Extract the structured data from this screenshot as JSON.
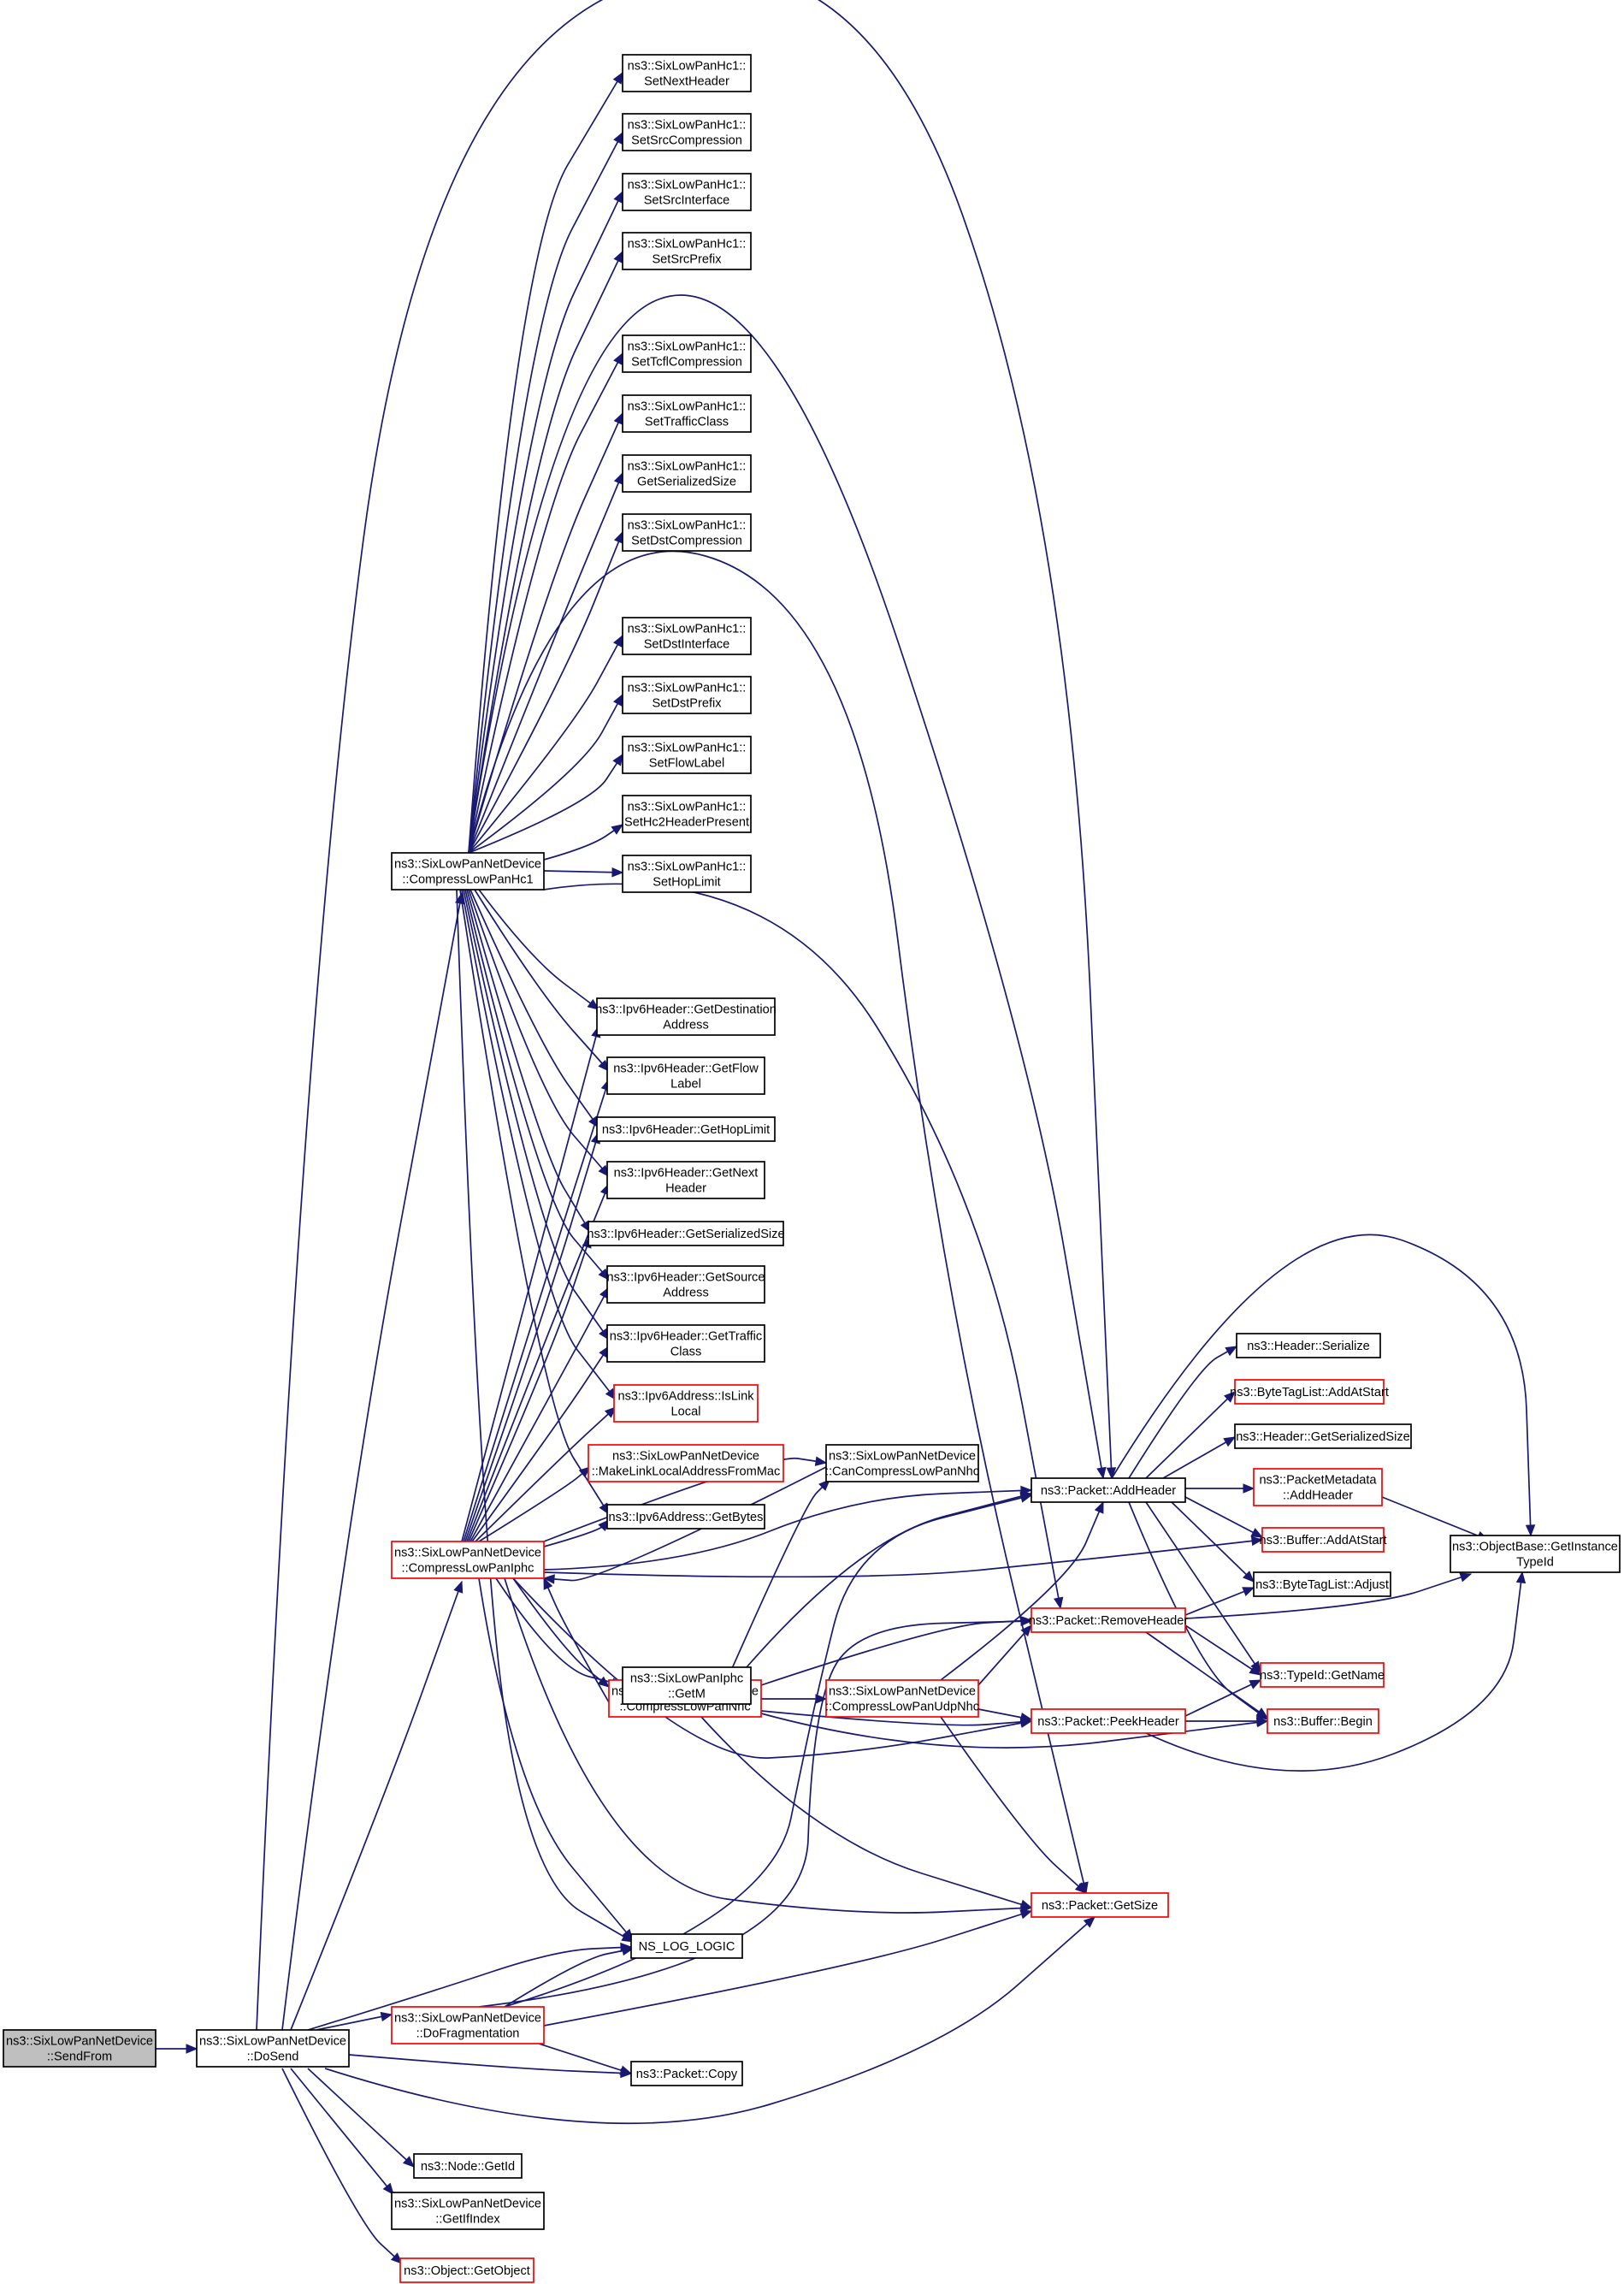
{
  "colors": {
    "edge": "#191970",
    "node_border": "#000000",
    "truncated_border": "#ff0000",
    "root_fill": "#bfbfbf"
  },
  "nodes": [
    {
      "id": "sendfrom",
      "lines": [
        "ns3::SixLowPanNetDevice",
        "::SendFrom"
      ],
      "style": "root"
    },
    {
      "id": "dosend",
      "lines": [
        "ns3::SixLowPanNetDevice",
        "::DoSend"
      ],
      "style": "black"
    },
    {
      "id": "hc1",
      "lines": [
        "ns3::SixLowPanNetDevice",
        "::CompressLowPanHc1"
      ],
      "style": "black"
    },
    {
      "id": "iphc",
      "lines": [
        "ns3::SixLowPanNetDevice",
        "::CompressLowPanIphc"
      ],
      "style": "red"
    },
    {
      "id": "nhc",
      "lines": [
        "ns3::SixLowPanNetDevice",
        "::CompressLowPanNhc"
      ],
      "style": "red"
    },
    {
      "id": "frag",
      "lines": [
        "ns3::SixLowPanNetDevice",
        "::DoFragmentation"
      ],
      "style": "red"
    },
    {
      "id": "getid",
      "lines": [
        "ns3::Node::GetId"
      ],
      "style": "black"
    },
    {
      "id": "getifindex",
      "lines": [
        "ns3::SixLowPanNetDevice",
        "::GetIfIndex"
      ],
      "style": "black"
    },
    {
      "id": "getobject",
      "lines": [
        "ns3::Object::GetObject"
      ],
      "style": "red"
    },
    {
      "id": "setnextheader",
      "lines": [
        "ns3::SixLowPanHc1::",
        "SetNextHeader"
      ],
      "style": "black"
    },
    {
      "id": "setsrccomp",
      "lines": [
        "ns3::SixLowPanHc1::",
        "SetSrcCompression"
      ],
      "style": "black"
    },
    {
      "id": "setsrcif",
      "lines": [
        "ns3::SixLowPanHc1::",
        "SetSrcInterface"
      ],
      "style": "black"
    },
    {
      "id": "setsrcprefix",
      "lines": [
        "ns3::SixLowPanHc1::",
        "SetSrcPrefix"
      ],
      "style": "black"
    },
    {
      "id": "settcflcomp",
      "lines": [
        "ns3::SixLowPanHc1::",
        "SetTcflCompression"
      ],
      "style": "black"
    },
    {
      "id": "settrafficclass",
      "lines": [
        "ns3::SixLowPanHc1::",
        "SetTrafficClass"
      ],
      "style": "black"
    },
    {
      "id": "hc1getser",
      "lines": [
        "ns3::SixLowPanHc1::",
        "GetSerializedSize"
      ],
      "style": "black"
    },
    {
      "id": "setdstcomp",
      "lines": [
        "ns3::SixLowPanHc1::",
        "SetDstCompression"
      ],
      "style": "black"
    },
    {
      "id": "setdstif",
      "lines": [
        "ns3::SixLowPanHc1::",
        "SetDstInterface"
      ],
      "style": "black"
    },
    {
      "id": "setdstprefix",
      "lines": [
        "ns3::SixLowPanHc1::",
        "SetDstPrefix"
      ],
      "style": "black"
    },
    {
      "id": "setflowlabel",
      "lines": [
        "ns3::SixLowPanHc1::",
        "SetFlowLabel"
      ],
      "style": "black"
    },
    {
      "id": "sethc2",
      "lines": [
        "ns3::SixLowPanHc1::",
        "SetHc2HeaderPresent"
      ],
      "style": "black"
    },
    {
      "id": "sethoplimit",
      "lines": [
        "ns3::SixLowPanHc1::",
        "SetHopLimit"
      ],
      "style": "black"
    },
    {
      "id": "getdst",
      "lines": [
        "ns3::Ipv6Header::GetDestination",
        "Address"
      ],
      "style": "black"
    },
    {
      "id": "getflow",
      "lines": [
        "ns3::Ipv6Header::GetFlow",
        "Label"
      ],
      "style": "black"
    },
    {
      "id": "gethop",
      "lines": [
        "ns3::Ipv6Header::GetHopLimit"
      ],
      "style": "black"
    },
    {
      "id": "getnext",
      "lines": [
        "ns3::Ipv6Header::GetNext",
        "Header"
      ],
      "style": "black"
    },
    {
      "id": "ipv6getser",
      "lines": [
        "ns3::Ipv6Header::GetSerializedSize"
      ],
      "style": "black"
    },
    {
      "id": "getsrc",
      "lines": [
        "ns3::Ipv6Header::GetSource",
        "Address"
      ],
      "style": "black"
    },
    {
      "id": "gettraffic",
      "lines": [
        "ns3::Ipv6Header::GetTraffic",
        "Class"
      ],
      "style": "black"
    },
    {
      "id": "islinklocal",
      "lines": [
        "ns3::Ipv6Address::IsLink",
        "Local"
      ],
      "style": "red"
    },
    {
      "id": "makell",
      "lines": [
        "ns3::SixLowPanNetDevice",
        "::MakeLinkLocalAddressFromMac"
      ],
      "style": "red"
    },
    {
      "id": "getbytes",
      "lines": [
        "ns3::Ipv6Address::GetBytes"
      ],
      "style": "black"
    },
    {
      "id": "getm",
      "lines": [
        "ns3::SixLowPanIphc",
        "::GetM"
      ],
      "style": "black"
    },
    {
      "id": "nslog",
      "lines": [
        "NS_LOG_LOGIC"
      ],
      "style": "black"
    },
    {
      "id": "copy",
      "lines": [
        "ns3::Packet::Copy"
      ],
      "style": "black"
    },
    {
      "id": "cancompress",
      "lines": [
        "ns3::SixLowPanNetDevice",
        "::CanCompressLowPanNhc"
      ],
      "style": "black"
    },
    {
      "id": "udpnhc",
      "lines": [
        "ns3::SixLowPanNetDevice",
        "::CompressLowPanUdpNhc"
      ],
      "style": "red"
    },
    {
      "id": "addheader",
      "lines": [
        "ns3::Packet::AddHeader"
      ],
      "style": "black"
    },
    {
      "id": "removeheader",
      "lines": [
        "ns3::Packet::RemoveHeader"
      ],
      "style": "red"
    },
    {
      "id": "peekheader",
      "lines": [
        "ns3::Packet::PeekHeader"
      ],
      "style": "red"
    },
    {
      "id": "getsize",
      "lines": [
        "ns3::Packet::GetSize"
      ],
      "style": "red"
    },
    {
      "id": "serialize",
      "lines": [
        "ns3::Header::Serialize"
      ],
      "style": "black"
    },
    {
      "id": "bytetagaddatstart",
      "lines": [
        "ns3::ByteTagList::AddAtStart"
      ],
      "style": "red"
    },
    {
      "id": "headergetser",
      "lines": [
        "ns3::Header::GetSerializedSize"
      ],
      "style": "black"
    },
    {
      "id": "metadataadd",
      "lines": [
        "ns3::PacketMetadata",
        "::AddHeader"
      ],
      "style": "red"
    },
    {
      "id": "bufferaddatstart",
      "lines": [
        "ns3::Buffer::AddAtStart"
      ],
      "style": "red"
    },
    {
      "id": "bytetagadjust",
      "lines": [
        "ns3::ByteTagList::Adjust"
      ],
      "style": "black"
    },
    {
      "id": "typeidgetname",
      "lines": [
        "ns3::TypeId::GetName"
      ],
      "style": "red"
    },
    {
      "id": "bufferbegin",
      "lines": [
        "ns3::Buffer::Begin"
      ],
      "style": "red"
    },
    {
      "id": "getinstancetypeid",
      "lines": [
        "ns3::ObjectBase::GetInstance",
        "TypeId"
      ],
      "style": "black"
    }
  ]
}
